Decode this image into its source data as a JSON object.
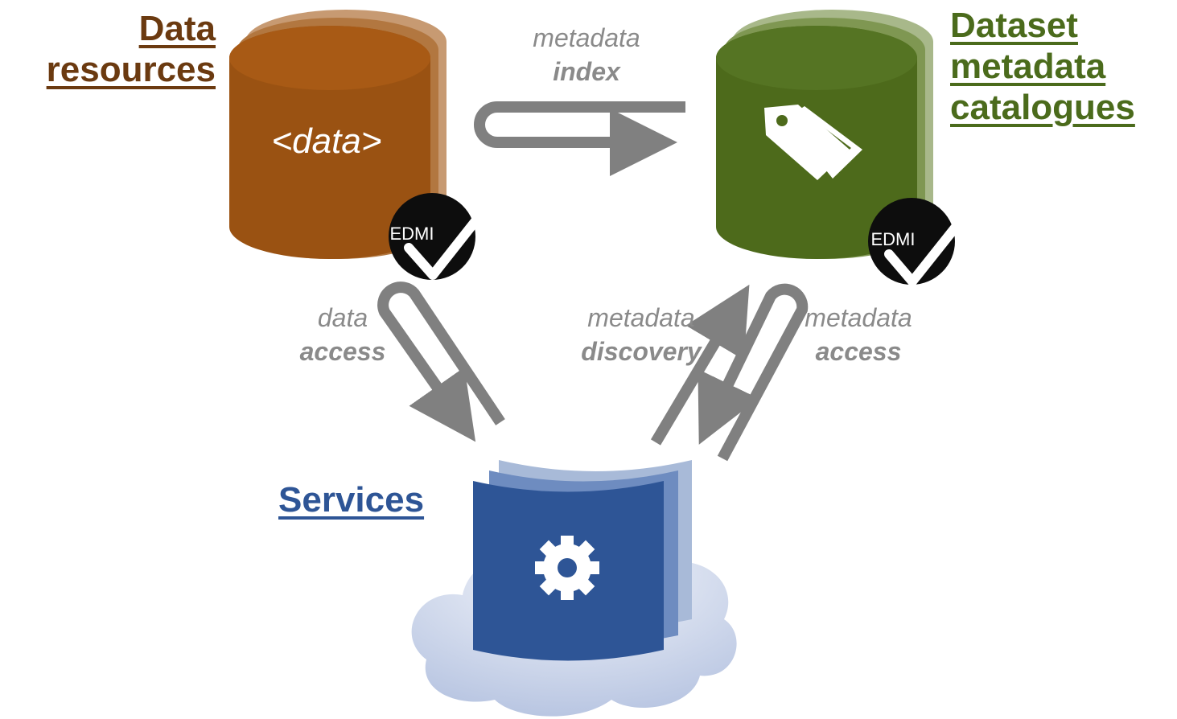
{
  "titles": {
    "data_resources_line1": "Data",
    "data_resources_line2": "resources",
    "catalogues_line1": "Dataset",
    "catalogues_line2": "metadata",
    "catalogues_line3": "catalogues",
    "services": "Services"
  },
  "nodes": {
    "data_store_label": "<data>",
    "edmi_badge_left": "EDMI",
    "edmi_badge_right": "EDMI"
  },
  "flows": {
    "index": {
      "line1": "metadata",
      "line2": "index"
    },
    "data_access": {
      "line1": "data",
      "line2": "access"
    },
    "discovery": {
      "line1": "metadata",
      "line2": "discovery"
    },
    "metadata_access": {
      "line1": "metadata",
      "line2": "access"
    }
  },
  "colors": {
    "data_resources": "#6b3a10",
    "data_cylinder": "#9a5212",
    "catalogues": "#4b6b1c",
    "catalogue_cylinder": "#4d6a1b",
    "services": "#2e5596",
    "arrows": "#808080",
    "flow_text": "#8a8a8a"
  }
}
